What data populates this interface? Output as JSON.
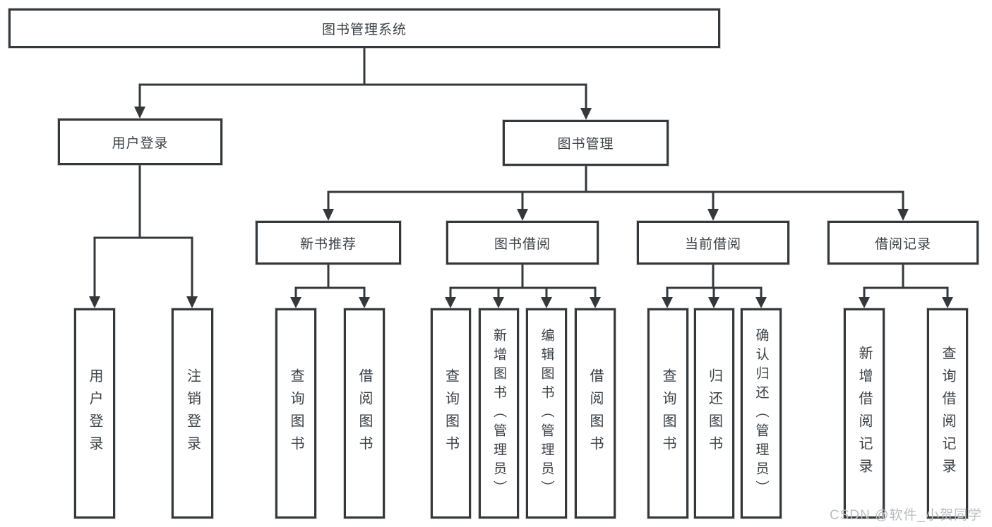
{
  "diagram": {
    "root": {
      "label": "图书管理系统"
    },
    "level2": [
      {
        "label": "用户登录"
      },
      {
        "label": "图书管理"
      }
    ],
    "level3": [
      {
        "label": "新书推荐"
      },
      {
        "label": "图书借阅"
      },
      {
        "label": "当前借阅"
      },
      {
        "label": "借阅记录"
      }
    ],
    "leaves": {
      "user_login": [
        {
          "label": "用户登录"
        },
        {
          "label": "注销登录"
        }
      ],
      "new_books": [
        {
          "label": "查询图书"
        },
        {
          "label": "借阅图书"
        }
      ],
      "book_borrow": [
        {
          "label": "查询图书"
        },
        {
          "label": "新增图书（管理员）"
        },
        {
          "label": "编辑图书（管理员）"
        },
        {
          "label": "借阅图书"
        }
      ],
      "current_borrow": [
        {
          "label": "查询图书"
        },
        {
          "label": "归还图书"
        },
        {
          "label": "确认归还（管理员）"
        }
      ],
      "borrow_records": [
        {
          "label": "新增借阅记录"
        },
        {
          "label": "查询借阅记录"
        }
      ]
    },
    "watermark": "CSDN @软件_小贺同学",
    "colors": {
      "line": "#35383b",
      "text": "#3a4046",
      "watermark": "#b9bdc2",
      "background": "#ffffff"
    }
  }
}
